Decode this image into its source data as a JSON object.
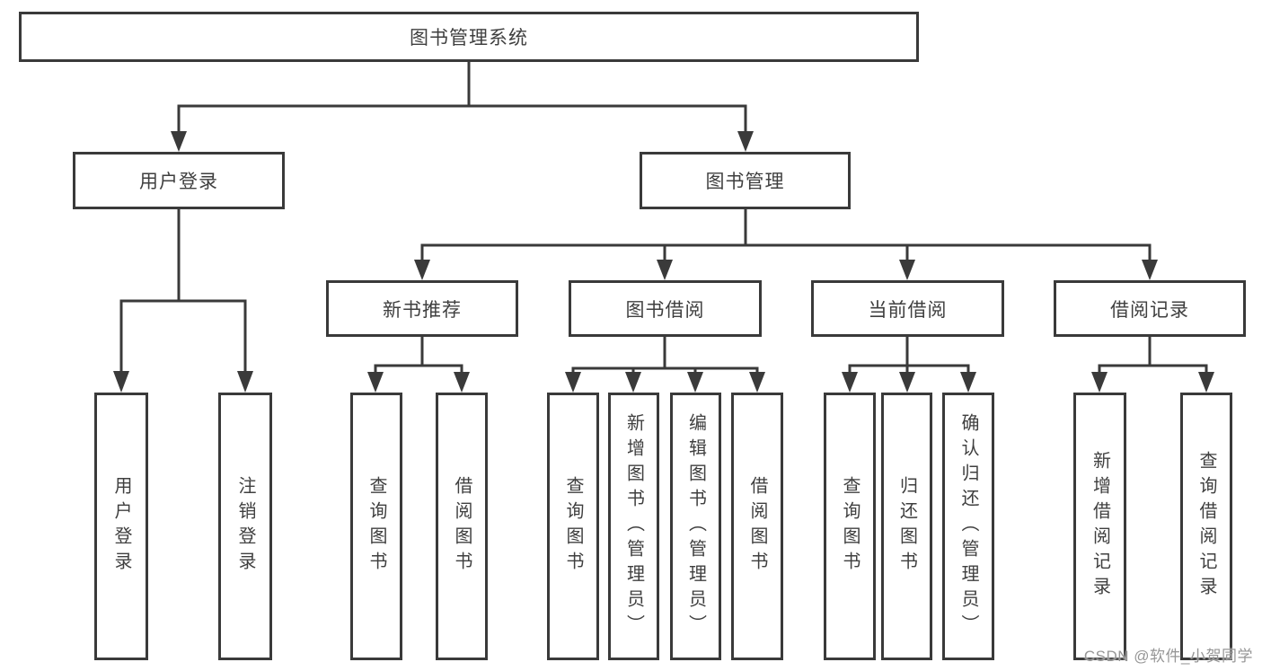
{
  "diagram": {
    "title": "图书管理系统",
    "level2": [
      "用户登录",
      "图书管理"
    ],
    "level3": [
      "新书推荐",
      "图书借阅",
      "当前借阅",
      "借阅记录"
    ],
    "leaves": {
      "user_login": [
        "用户登录",
        "注销登录"
      ],
      "new_book_recommend": [
        "查询图书",
        "借阅图书"
      ],
      "book_borrow": [
        "查询图书",
        "新增图书（管理员）",
        "编辑图书（管理员）",
        "借阅图书"
      ],
      "current_borrow": [
        "查询图书",
        "归还图书",
        "确认归还（管理员）"
      ],
      "borrow_record": [
        "新增借阅记录",
        "查询借阅记录"
      ]
    },
    "watermark": "CSDN @软件_小贺同学"
  }
}
